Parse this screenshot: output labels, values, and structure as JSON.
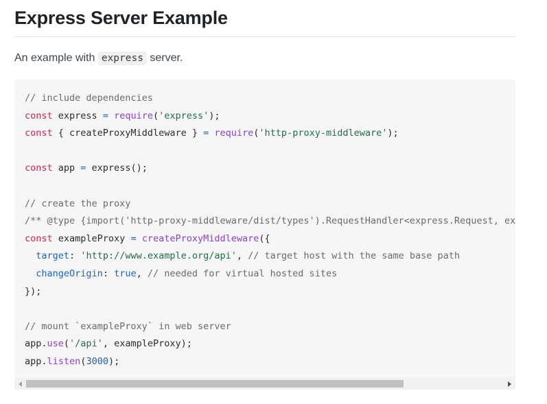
{
  "page": {
    "title": "Express Server Example",
    "intro_before": "An example with ",
    "intro_code": "express",
    "intro_after": " server."
  },
  "colors": {
    "comment": "#6a6a6a",
    "keyword": "#c02c50",
    "function": "#8b44c5",
    "string": "#1f6f4a",
    "property": "#1f63b5",
    "number": "#1f63b5"
  },
  "code_lines": [
    [
      [
        "comment",
        "// include dependencies"
      ]
    ],
    [
      [
        "keyword",
        "const"
      ],
      [
        "plain",
        " express "
      ],
      [
        "op",
        "="
      ],
      [
        "plain",
        " "
      ],
      [
        "func",
        "require"
      ],
      [
        "plain",
        "("
      ],
      [
        "string",
        "'express'"
      ],
      [
        "plain",
        ");"
      ]
    ],
    [
      [
        "keyword",
        "const"
      ],
      [
        "plain",
        " { createProxyMiddleware } "
      ],
      [
        "op",
        "="
      ],
      [
        "plain",
        " "
      ],
      [
        "func",
        "require"
      ],
      [
        "plain",
        "("
      ],
      [
        "string",
        "'http-proxy-middleware'"
      ],
      [
        "plain",
        ");"
      ]
    ],
    [],
    [
      [
        "keyword",
        "const"
      ],
      [
        "plain",
        " app "
      ],
      [
        "op",
        "="
      ],
      [
        "plain",
        " express();"
      ]
    ],
    [],
    [
      [
        "comment",
        "// create the proxy"
      ]
    ],
    [
      [
        "comment",
        "/** @type {import('http-proxy-middleware/dist/types').RequestHandler<express.Request, express.Response>} */"
      ]
    ],
    [
      [
        "keyword",
        "const"
      ],
      [
        "plain",
        " exampleProxy "
      ],
      [
        "op",
        "="
      ],
      [
        "plain",
        " "
      ],
      [
        "func",
        "createProxyMiddleware"
      ],
      [
        "plain",
        "({"
      ]
    ],
    [
      [
        "plain",
        "  "
      ],
      [
        "prop",
        "target"
      ],
      [
        "plain",
        ": "
      ],
      [
        "string",
        "'http://www.example.org/api'"
      ],
      [
        "plain",
        ", "
      ],
      [
        "comment",
        "// target host with the same base path"
      ]
    ],
    [
      [
        "plain",
        "  "
      ],
      [
        "prop",
        "changeOrigin"
      ],
      [
        "plain",
        ": "
      ],
      [
        "number",
        "true"
      ],
      [
        "plain",
        ", "
      ],
      [
        "comment",
        "// needed for virtual hosted sites"
      ]
    ],
    [
      [
        "plain",
        "});"
      ]
    ],
    [],
    [
      [
        "comment",
        "// mount `exampleProxy` in web server"
      ]
    ],
    [
      [
        "plain",
        "app."
      ],
      [
        "func",
        "use"
      ],
      [
        "plain",
        "("
      ],
      [
        "string",
        "'/api'"
      ],
      [
        "plain",
        ", exampleProxy);"
      ]
    ],
    [
      [
        "plain",
        "app."
      ],
      [
        "func",
        "listen"
      ],
      [
        "plain",
        "("
      ],
      [
        "number",
        "3000"
      ],
      [
        "plain",
        ");"
      ]
    ]
  ],
  "scrollbar": {
    "position_fraction": 0.0,
    "visible_fraction": 0.79
  }
}
